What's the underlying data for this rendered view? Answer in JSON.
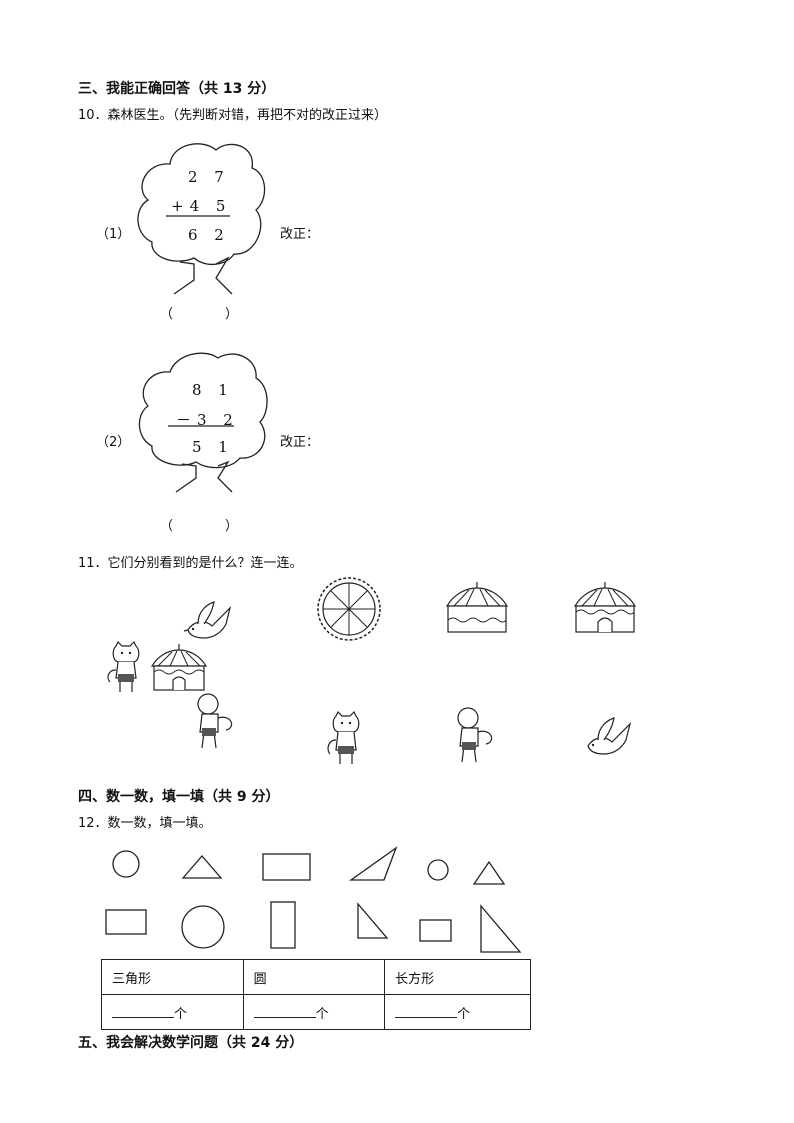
{
  "section3": {
    "heading": "三、我能正确回答（共 13 分）"
  },
  "q10": {
    "prompt": "10．森林医生。（先判断对错，再把不对的改正过来）",
    "items": [
      {
        "label": "（1）",
        "top": "2 7",
        "op": "+4 5",
        "result": "6 2",
        "fix_label": "改正：",
        "paren_open": "（",
        "paren_close": "）"
      },
      {
        "label": "（2）",
        "top": "8 1",
        "op": "－3 2",
        "result": "5 1",
        "fix_label": "改正：",
        "paren_open": "（",
        "paren_close": "）"
      }
    ]
  },
  "q11": {
    "prompt": "11．它们分别看到的是什么？连一连。"
  },
  "section4": {
    "heading": "四、数一数，填一填（共 9 分）"
  },
  "q12": {
    "prompt": "12．数一数，填一填。",
    "table": {
      "headers": [
        "三角形",
        "圆",
        "长方形"
      ],
      "unit": "个"
    }
  },
  "section5": {
    "heading": "五、我会解决数学问题（共 24 分）"
  }
}
